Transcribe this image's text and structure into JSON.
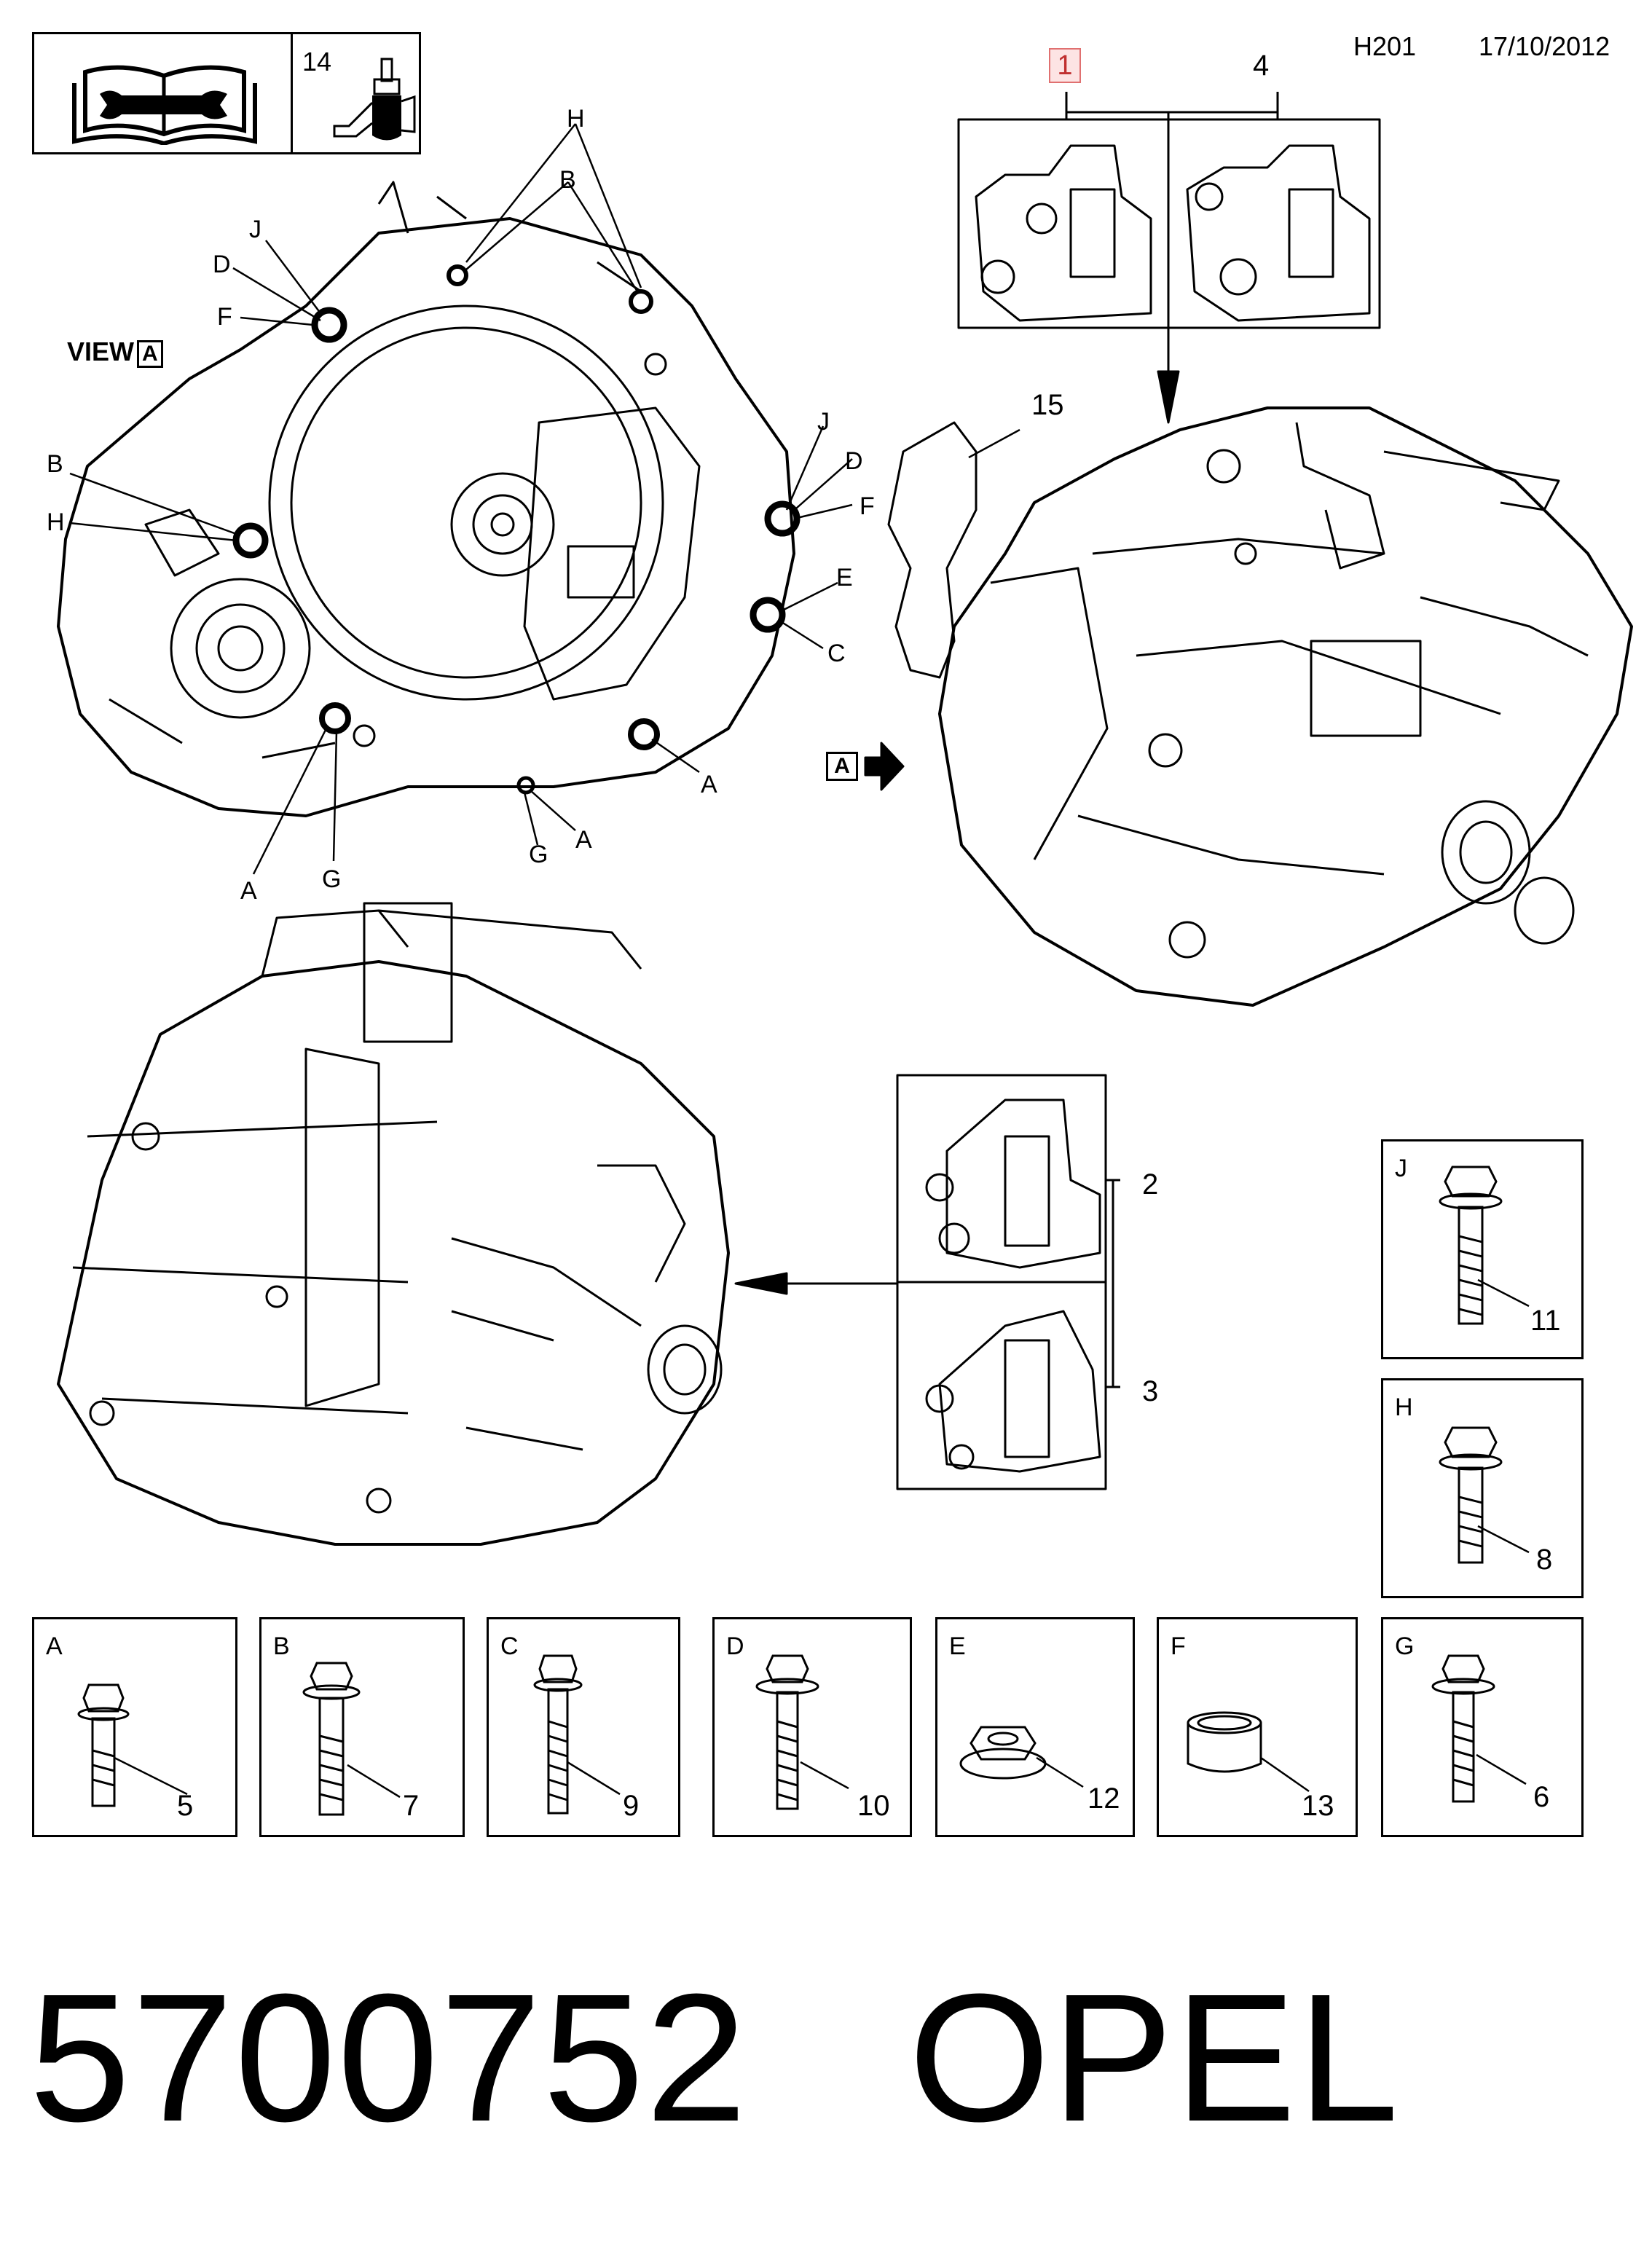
{
  "header": {
    "code": "H201",
    "date": "17/10/2012"
  },
  "legend_box": {
    "manual_icon": "book-wrench-icon",
    "tool_icon": "adhesive-tube-icon",
    "tool_number": "14"
  },
  "view": {
    "label": "VIEW",
    "letter": "A"
  },
  "view_arrow": {
    "letter": "A"
  },
  "view_callouts": [
    "H",
    "B",
    "J",
    "D",
    "F",
    "B",
    "H",
    "J",
    "D",
    "F",
    "E",
    "C",
    "A",
    "A",
    "G",
    "A",
    "G"
  ],
  "callouts": {
    "top_left_detail": "1",
    "top_right_detail": "4",
    "bracket": "15",
    "detail_upper": "2",
    "detail_lower": "3"
  },
  "fasteners": [
    {
      "letter": "A",
      "number": "5",
      "type": "bolt-short"
    },
    {
      "letter": "B",
      "number": "7",
      "type": "bolt-medium"
    },
    {
      "letter": "C",
      "number": "9",
      "type": "bolt-long"
    },
    {
      "letter": "D",
      "number": "10",
      "type": "bolt-flange"
    },
    {
      "letter": "E",
      "number": "12",
      "type": "flange-nut"
    },
    {
      "letter": "F",
      "number": "13",
      "type": "sleeve"
    },
    {
      "letter": "G",
      "number": "6",
      "type": "bolt-flange-medium"
    },
    {
      "letter": "H",
      "number": "8",
      "type": "bolt-flange-medium"
    },
    {
      "letter": "J",
      "number": "11",
      "type": "bolt-flange-long"
    }
  ],
  "footer": {
    "part_number": "5700752",
    "brand": "OPEL"
  },
  "colors": {
    "line": "#000000",
    "highlight_border": "#e07070",
    "highlight_fill": "#fde4e4"
  }
}
